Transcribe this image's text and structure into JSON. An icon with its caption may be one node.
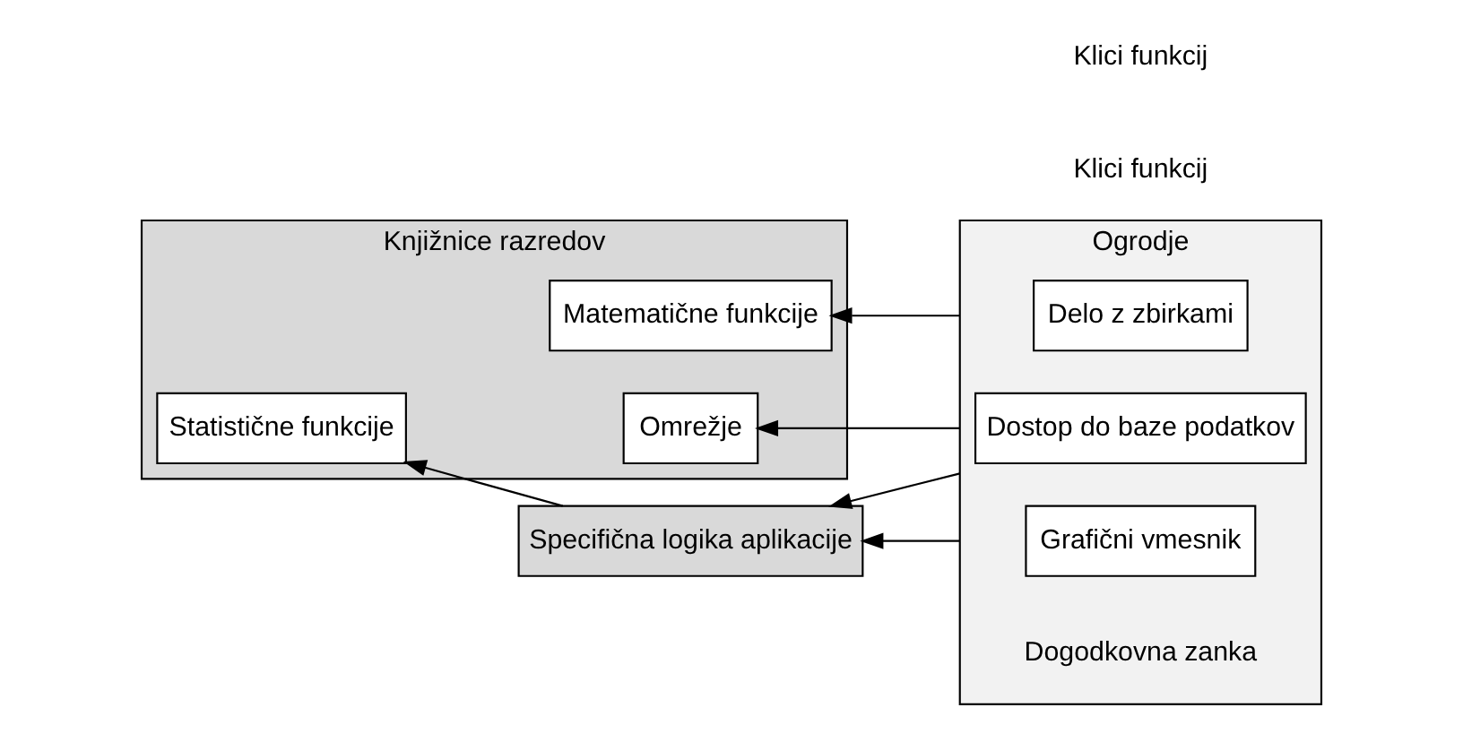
{
  "diagram": {
    "nodes": [
      {
        "text": [
          "Knjižnice razredov"
        ]
      },
      {
        "text": [
          "Omrežje"
        ],
        "in": 0
      },
      {
        "text": [
          "Statistične funkcije"
        ],
        "in": 0
      },
      {
        "text": [
          "Matematične funkcije"
        ],
        "in": 0
      },
      {
        "text": [
          "Ogrodje"
        ]
      },
      {
        "text": [
          "Dostop do baze podatkov"
        ],
        "in": 4
      },
      {
        "text": [
          "Specifična logika aplikacije"
        ]
      },
      {
        "text": [
          "Grafični vmesnik"
        ],
        "in": 4
      },
      {
        "text": [
          "Delo z zbirkami"
        ],
        "in": 4
      }
    ],
    "edges": [
      {
        "from": 4,
        "to": 1,
        "arrow": "to"
      },
      {
        "from": 6,
        "to": 2,
        "arrow": "to"
      },
      {
        "from": 4,
        "to": 3,
        "arrow": "to"
      },
      {
        "from": 4,
        "to": 6,
        "arrow": "to"
      },
      {
        "from": 4,
        "to": 6,
        "arrow": "to"
      }
    ],
    "labels": [
      "Klici funkcij",
      "Klici funkcij",
      "Dogodkovna zanka"
    ]
  }
}
